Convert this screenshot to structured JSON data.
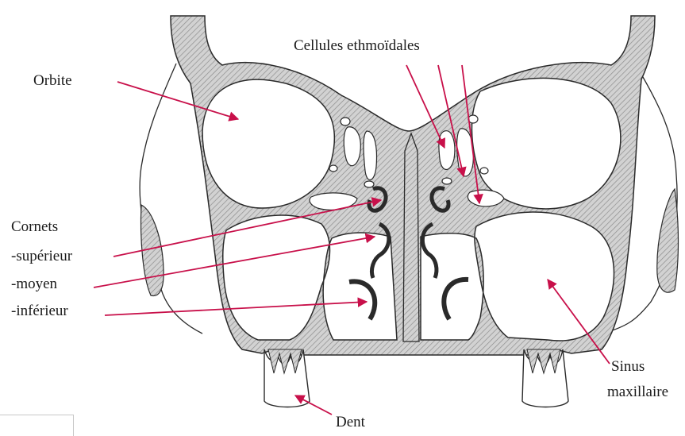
{
  "labels": {
    "orbite": "Orbite",
    "cellules": "Cellules ethmoïdales",
    "cornets": "Cornets",
    "superieur": "-supérieur",
    "moyen": "-moyen",
    "inferieur": "-inférieur",
    "sinus": "Sinus",
    "maxillaire": "maxillaire",
    "dent": "Dent"
  },
  "colors": {
    "arrow": "#c8104a",
    "bone_fill": "#c9c9c9",
    "outline": "#2a2a2a"
  }
}
